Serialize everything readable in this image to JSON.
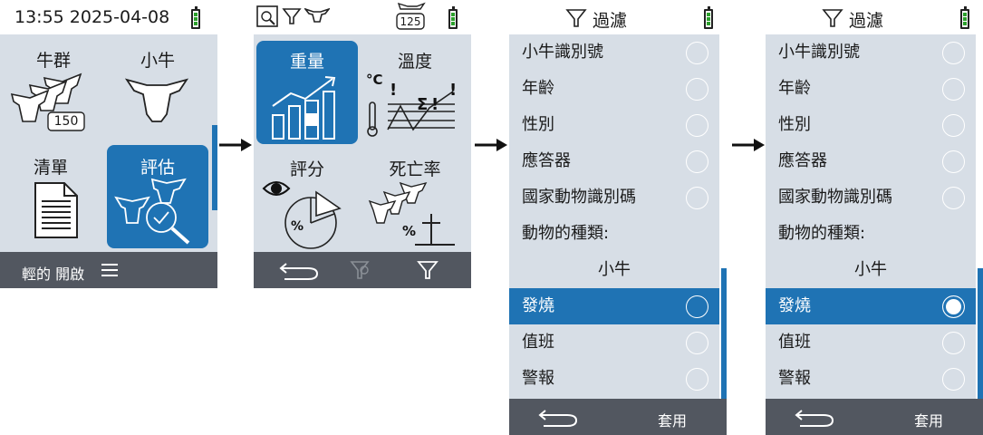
{
  "screen1": {
    "status_time": "13:55 2025-04-08",
    "tiles": [
      {
        "label": "牛群",
        "badge": "150"
      },
      {
        "label": "小牛"
      },
      {
        "label": "清單"
      },
      {
        "label": "評估"
      }
    ],
    "footer_label": "輕的 開啟"
  },
  "screen2": {
    "counter": "125",
    "tiles": [
      {
        "label": "重量"
      },
      {
        "label": "溫度"
      },
      {
        "label": "評分"
      },
      {
        "label": "死亡率"
      }
    ]
  },
  "screen3": {
    "title": "過濾",
    "items": [
      {
        "label": "小牛識別號"
      },
      {
        "label": "年齡"
      },
      {
        "label": "性別"
      },
      {
        "label": "應答器"
      },
      {
        "label": "國家動物識別碼"
      },
      {
        "label": "動物的種類:"
      },
      {
        "label": "小牛"
      },
      {
        "label": "發燒"
      },
      {
        "label": "值班"
      },
      {
        "label": "警報"
      }
    ],
    "apply_label": "套用"
  },
  "screen4": {
    "title": "過濾",
    "items": [
      {
        "label": "小牛識別號"
      },
      {
        "label": "年齡"
      },
      {
        "label": "性別"
      },
      {
        "label": "應答器"
      },
      {
        "label": "國家動物識別碼"
      },
      {
        "label": "動物的種類:"
      },
      {
        "label": "小牛"
      },
      {
        "label": "發燒"
      },
      {
        "label": "值班"
      },
      {
        "label": "警報"
      }
    ],
    "apply_label": "套用"
  }
}
